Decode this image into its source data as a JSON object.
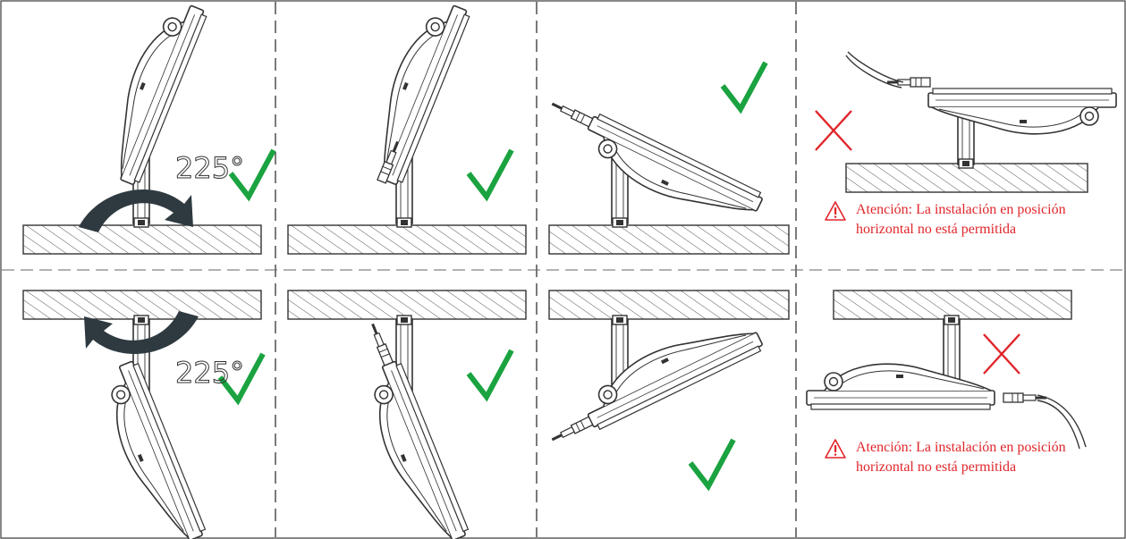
{
  "angle_label": "225°",
  "warning": {
    "line1": "Atención: La instalación en posición",
    "line2": "horizontal no está permitida"
  },
  "colors": {
    "check": "#1aa340",
    "cross": "#e0262b",
    "warning_text": "#e0262b",
    "arrow": "#2e3a40",
    "line": "#3a3a3a"
  },
  "icons": {
    "correct": "check-icon",
    "incorrect": "cross-icon",
    "warning": "warning-triangle-icon",
    "rotation": "curved-arrow-icon"
  }
}
